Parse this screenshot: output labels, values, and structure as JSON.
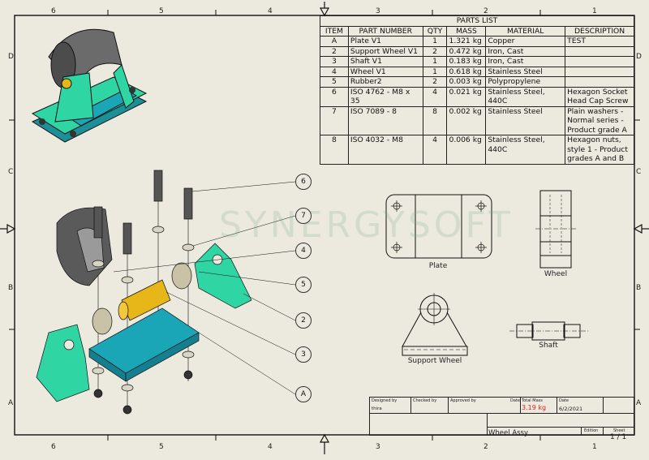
{
  "sheet": {
    "column_labels_top": [
      "6",
      "5",
      "4",
      "3",
      "2",
      "1"
    ],
    "column_labels_bottom": [
      "6",
      "5",
      "4",
      "3",
      "2",
      "1"
    ],
    "row_labels_left": [
      "D",
      "C",
      "B",
      "A"
    ],
    "row_labels_right": [
      "D",
      "C",
      "B",
      "A"
    ],
    "background_color": "#ece9de",
    "watermark": "SYNERGYSOFT"
  },
  "parts_list": {
    "title": "PARTS LIST",
    "columns": [
      "ITEM",
      "PART NUMBER",
      "QTY",
      "MASS",
      "MATERIAL",
      "DESCRIPTION"
    ],
    "rows": [
      {
        "item": "A",
        "part_number": "Plate V1",
        "qty": "1",
        "mass": "1.321 kg",
        "material": "Copper",
        "description": "TEST"
      },
      {
        "item": "2",
        "part_number": "Support Wheel V1",
        "qty": "2",
        "mass": "0.472 kg",
        "material": "Iron, Cast",
        "description": ""
      },
      {
        "item": "3",
        "part_number": "Shaft V1",
        "qty": "1",
        "mass": "0.183 kg",
        "material": "Iron, Cast",
        "description": ""
      },
      {
        "item": "4",
        "part_number": "Wheel V1",
        "qty": "1",
        "mass": "0.618 kg",
        "material": "Stainless Steel",
        "description": ""
      },
      {
        "item": "5",
        "part_number": "Rubber2",
        "qty": "2",
        "mass": "0.003 kg",
        "material": "Polypropylene",
        "description": ""
      },
      {
        "item": "6",
        "part_number": "ISO 4762 - M8 x 35",
        "qty": "4",
        "mass": "0.021 kg",
        "material": "Stainless Steel, 440C",
        "description": "Hexagon Socket Head Cap Screw"
      },
      {
        "item": "7",
        "part_number": "ISO 7089 - 8",
        "qty": "8",
        "mass": "0.002 kg",
        "material": "Stainless Steel",
        "description": "Plain washers - Normal series - Product grade A"
      },
      {
        "item": "8",
        "part_number": "ISO 4032 - M8",
        "qty": "4",
        "mass": "0.006 kg",
        "material": "Stainless Steel, 440C",
        "description": "Hexagon nuts, style 1 - Product grades A and B"
      }
    ]
  },
  "balloons": [
    "6",
    "7",
    "4",
    "5",
    "2",
    "3",
    "A"
  ],
  "views": {
    "plate": "Plate",
    "wheel": "Wheel",
    "support_wheel": "Support Wheel",
    "shaft": "Shaft"
  },
  "title_block": {
    "designed_by_label": "Designed by",
    "designed_by": "thira",
    "checked_by_label": "Checked by",
    "approved_by_label": "Approved by",
    "date_label": "Date",
    "total_mass_label": "Total Mass",
    "total_mass": "3.19 kg",
    "total_mass_color": "#e02020",
    "date2_label": "Date",
    "date": "6/2/2021",
    "title": "Wheel Assy",
    "edition_label": "Edition",
    "sheet_label": "Sheet",
    "sheet": "1 / 1"
  },
  "colors": {
    "support": "#2fd6a4",
    "plate": "#1ba6b8",
    "shaft": "#e7b619",
    "wheel": "#5a5a5a",
    "washer": "#c9c2a6"
  }
}
